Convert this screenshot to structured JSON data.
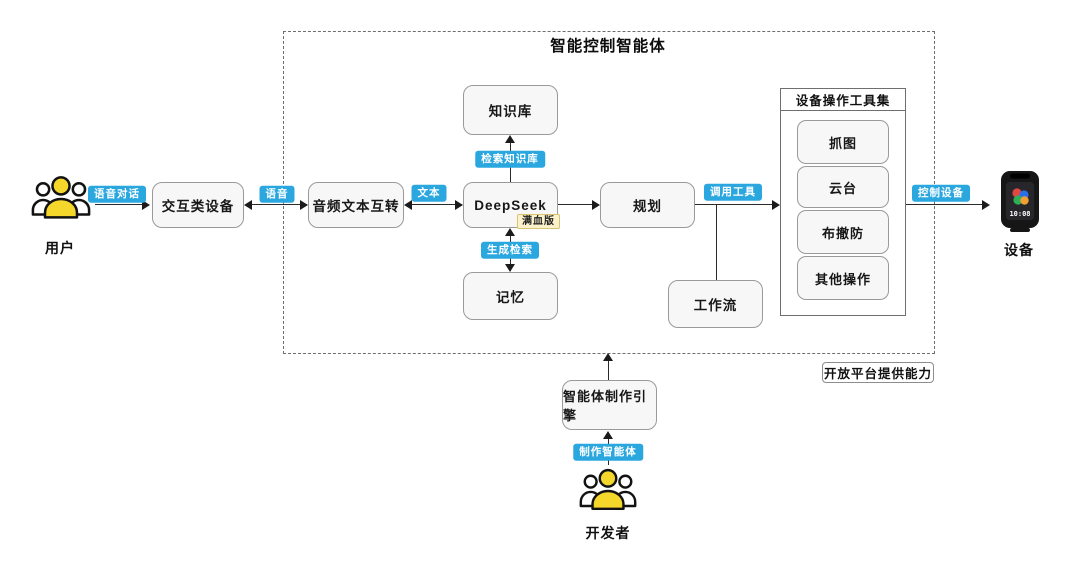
{
  "diagram": {
    "title": "智能控制智能体",
    "footnote": "开放平台提供能力"
  },
  "actors": {
    "user": "用户",
    "developer": "开发者",
    "device": "设备",
    "device_screen_time": "10:08"
  },
  "nodes": {
    "interactive_device": "交互类设备",
    "audio_text_convert": "音频文本互转",
    "deepseek": "DeepSeek",
    "deepseek_badge": "满血版",
    "knowledge_base": "知识库",
    "memory": "记忆",
    "planning": "规划",
    "workflow": "工作流",
    "agent_engine": "智能体制作引擎"
  },
  "toolset": {
    "title": "设备操作工具集",
    "tools": [
      "抓图",
      "云台",
      "布撤防",
      "其他操作"
    ]
  },
  "edge_labels": {
    "voice_dialog": "语音对话",
    "voice": "语音",
    "text": "文本",
    "retrieve_knowledge": "检索知识库",
    "generate_retrieval": "生成检索",
    "call_tools": "调用工具",
    "control_device": "控制设备",
    "make_agent": "制作智能体"
  },
  "colors": {
    "edge_label_bg": "#2BA7DF",
    "badge_bg": "#FBF2CB",
    "badge_border": "#D9C36F",
    "node_bg": "#F7F7F8",
    "node_border": "#9A9A9A",
    "person_yellow": "#F5D62A",
    "arrow": "#1B1B1B"
  }
}
